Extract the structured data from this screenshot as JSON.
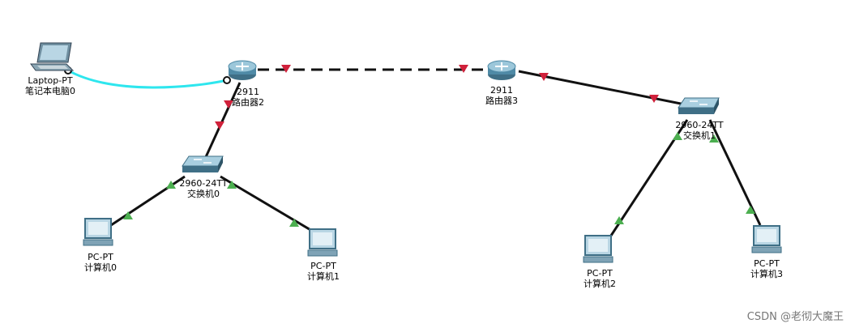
{
  "devices": {
    "laptop": {
      "model": "Laptop-PT",
      "name": "笔记本电脑0"
    },
    "router2": {
      "model": "2911",
      "name": "路由器2"
    },
    "router3": {
      "model": "2911",
      "name": "路由器3"
    },
    "switch0": {
      "model": "2960-24TT",
      "name": "交换机0"
    },
    "switch1": {
      "model": "2960-24TT",
      "name": "交换机1"
    },
    "pc0": {
      "model": "PC-PT",
      "name": "计算机0"
    },
    "pc1": {
      "model": "PC-PT",
      "name": "计算机1"
    },
    "pc2": {
      "model": "PC-PT",
      "name": "计算机2"
    },
    "pc3": {
      "model": "PC-PT",
      "name": "计算机3"
    }
  },
  "links": [
    {
      "from": "laptop",
      "to": "router2",
      "type": "console"
    },
    {
      "from": "router2",
      "to": "router3",
      "type": "serial-dashed"
    },
    {
      "from": "router3",
      "to": "switch1",
      "type": "copper"
    },
    {
      "from": "router2",
      "to": "switch0",
      "type": "copper"
    },
    {
      "from": "switch0",
      "to": "pc0",
      "type": "copper"
    },
    {
      "from": "switch0",
      "to": "pc1",
      "type": "copper"
    },
    {
      "from": "switch1",
      "to": "pc2",
      "type": "copper"
    },
    {
      "from": "switch1",
      "to": "pc3",
      "type": "copper"
    }
  ],
  "colors": {
    "link_up": "#4caf50",
    "link_down": "#d0213b",
    "console_cable": "#2ee6ee",
    "cable": "#111111"
  },
  "watermark": "CSDN @老彻大魔王"
}
